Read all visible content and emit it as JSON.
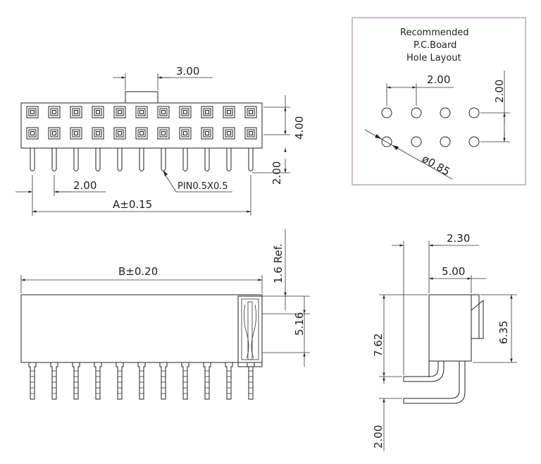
{
  "top_view": {
    "dim_pitch_top": "3.00",
    "dim_pitch_bottom": "2.00",
    "dim_row_height": "4.00",
    "dim_pin_length": "2.00",
    "pin_label": "PIN0.5X0.5",
    "dim_length": "A±0.15"
  },
  "pcb_layout": {
    "title_line1": "Recommended",
    "title_line2": "P.C.Board",
    "title_line3": "Hole  Layout",
    "dim_horizontal": "2.00",
    "dim_vertical": "2.00",
    "dim_hole": "ø0.85",
    "border_color": "#b9a6c2"
  },
  "side_view": {
    "dim_length": "B±0.20",
    "dim_ref": "1.6  Ref.",
    "dim_height": "5.16"
  },
  "end_view": {
    "dim_offset": "2.30",
    "dim_depth": "5.00",
    "dim_overall": "7.62",
    "dim_body": "6.35",
    "dim_pin": "2.00"
  }
}
